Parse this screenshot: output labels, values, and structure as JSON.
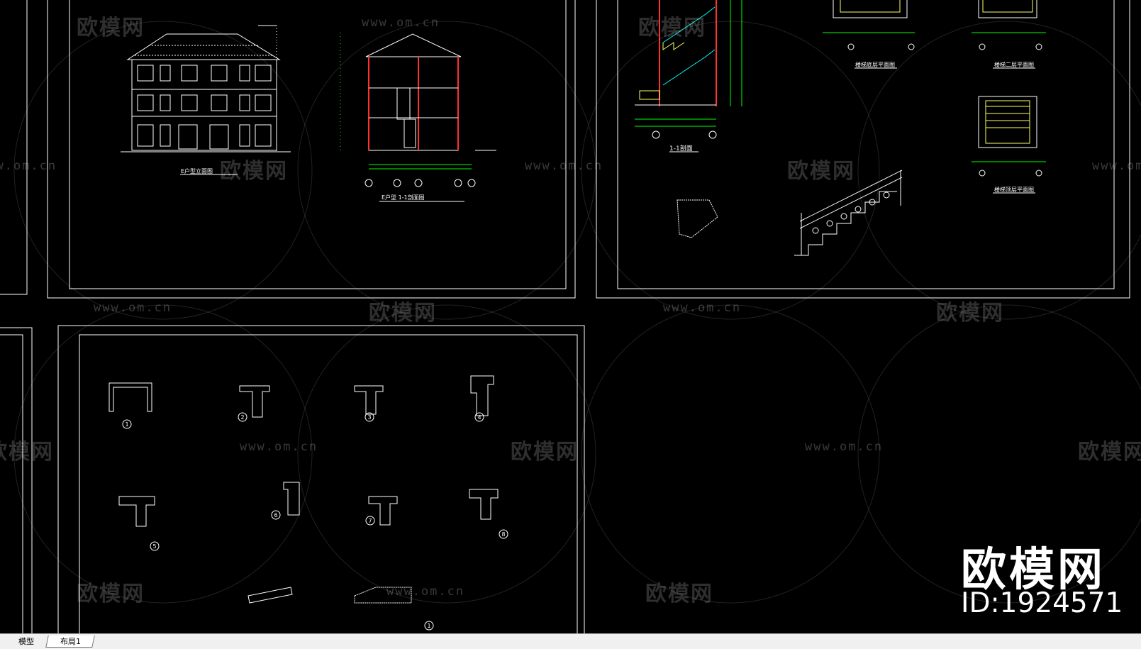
{
  "tabs": [
    {
      "label": "模型",
      "active": false
    },
    {
      "label": "布局1",
      "active": true
    }
  ],
  "watermark": {
    "text": "欧模网",
    "url": "www.om.cn"
  },
  "brand": {
    "name": "欧模网",
    "id": "ID:1924571"
  },
  "drawings": {
    "elevation_caption": "E户型立面图",
    "section_caption": "E户型 1-1剖面图",
    "stair_section_caption": "1-1剖面",
    "stair_ground_plan": "楼梯底层平面图",
    "stair_second_plan": "楼梯二层平面图",
    "stair_top_plan": "楼梯顶层平面图",
    "detail_numbers": [
      "1",
      "2",
      "3",
      "4",
      "5",
      "6",
      "7",
      "8",
      "1"
    ]
  },
  "colors": {
    "background": "#000000",
    "line": "#ffffff",
    "dim_green": "#00ff00",
    "red": "#ff3030",
    "cyan": "#00ffff",
    "yellow": "#ffff66"
  }
}
